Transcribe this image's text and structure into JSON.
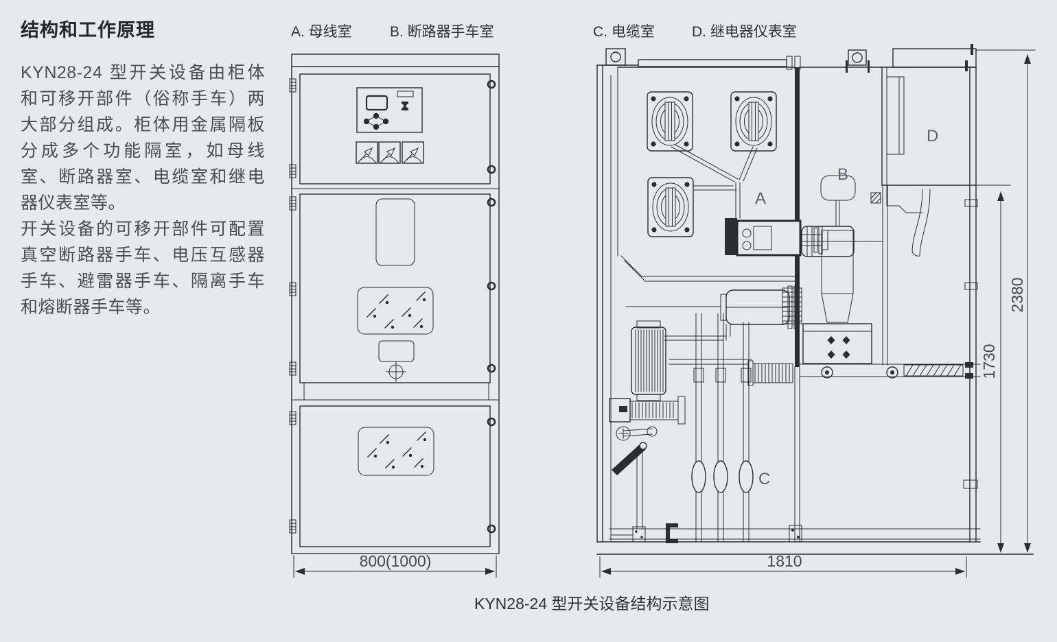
{
  "article": {
    "title": "结构和工作原理",
    "para1": "KYN28-24 型开关设备由柜体和可移开部件（俗称手车）两大部分组成。柜体用金属隔板分成多个功能隔室，如母线室、断路器室、电缆室和继电器仪表室等。",
    "para2": "开关设备的可移开部件可配置真空断路器手车、电压互感器手车、避雷器手车、隔离手车和熔断器手车等。"
  },
  "legend": {
    "a": "A. 母线室",
    "b": "B. 断路器手车室",
    "c": "C. 电缆室",
    "d": "D. 继电器仪表室"
  },
  "letters": {
    "a": "A",
    "b": "B",
    "c": "C",
    "d": "D"
  },
  "dims": {
    "front_width": "800(1000)",
    "depth": "1810",
    "height_total": "2380",
    "height_partial": "1730"
  },
  "caption": "KYN28-24 型开关设备结构示意图",
  "colors": {
    "background": "#e8e9eb",
    "line": "#2a2d31",
    "compartment_label": "#5a6470"
  }
}
